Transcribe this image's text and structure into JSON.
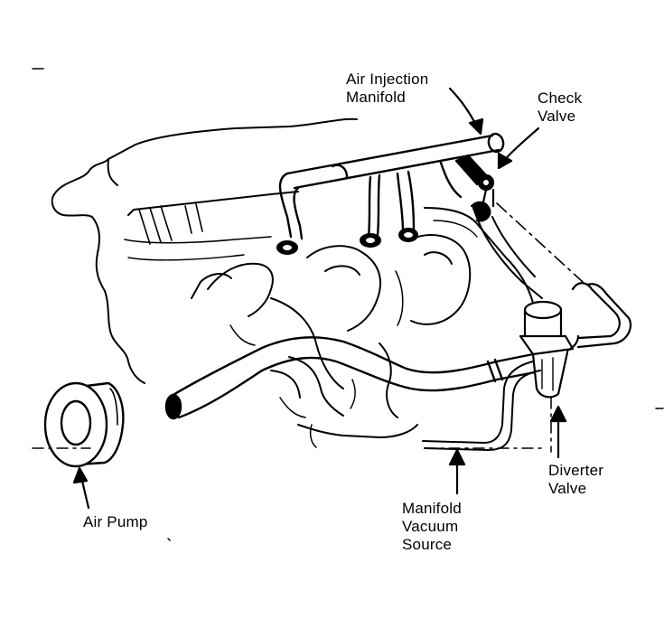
{
  "labels": {
    "air_injection_manifold": [
      "Air Injection",
      "Manifold"
    ],
    "check_valve": [
      "Check",
      "Valve"
    ],
    "air_pump": [
      "Air Pump"
    ],
    "manifold_vacuum_source": [
      "Manifold",
      "Vacuum",
      "Source"
    ],
    "diverter_valve": [
      "Diverter",
      "Valve"
    ]
  },
  "colors": {
    "ink": "#000000",
    "paper": "#ffffff"
  }
}
